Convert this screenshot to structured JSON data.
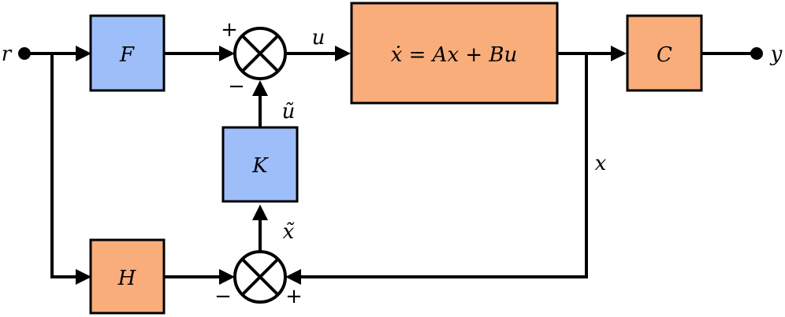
{
  "colors": {
    "blue_block": "#9EBEFA",
    "orange_block": "#F9AD7A",
    "line": "#000000"
  },
  "blocks": {
    "F": "F",
    "H": "H",
    "K": "K",
    "C": "C",
    "plant": "ẋ = Ax + Bu"
  },
  "signals": {
    "r": "r",
    "y": "y",
    "u": "u",
    "u_tilde": "ũ",
    "x": "x",
    "x_tilde": "x̃"
  },
  "signs": {
    "top_plus": "+",
    "top_minus": "−",
    "bottom_minus": "−",
    "bottom_plus": "+"
  }
}
